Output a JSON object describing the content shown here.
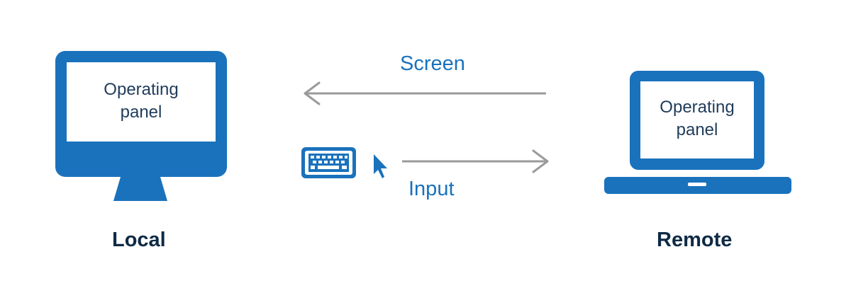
{
  "local": {
    "panel_line1": "Operating",
    "panel_line2": "panel",
    "caption": "Local"
  },
  "remote": {
    "panel_line1": "Operating",
    "panel_line2": "panel",
    "caption": "Remote"
  },
  "flows": {
    "screen_label": "Screen",
    "input_label": "Input"
  },
  "icons": {
    "local_device": "desktop-monitor-icon",
    "remote_device": "laptop-icon",
    "keyboard": "keyboard-icon",
    "pointer": "mouse-pointer-icon"
  },
  "colors": {
    "device_blue": "#1a72bc",
    "arrow_gray": "#9a9a9a",
    "label_blue": "#1a72bc",
    "caption_navy": "#0f2a45"
  }
}
